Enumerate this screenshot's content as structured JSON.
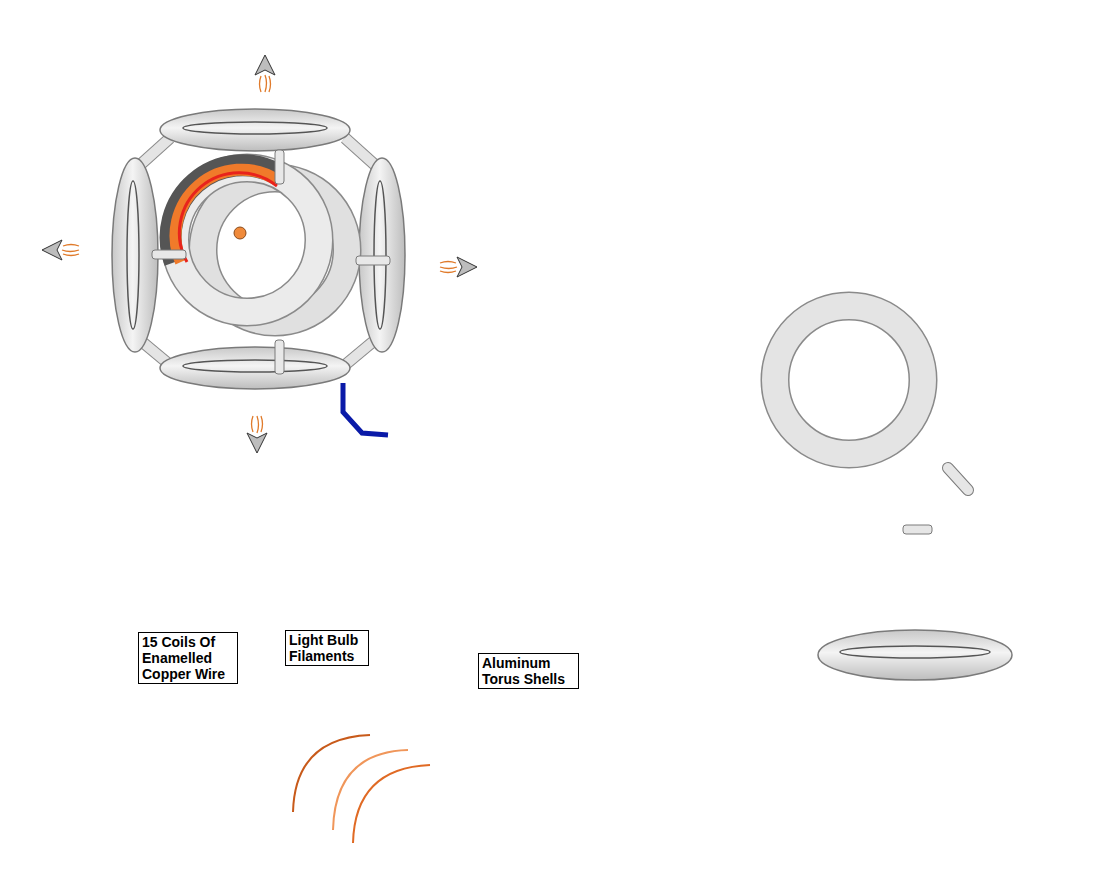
{
  "diagram": {
    "nodes": [
      {
        "text": [
          "15 Coils Of Enamelled Copper Wire"
        ]
      },
      {
        "text": [
          "Light Bulb Filaments"
        ]
      },
      {
        "text": [
          "Aluminum Torus Shells"
        ]
      }
    ]
  }
}
